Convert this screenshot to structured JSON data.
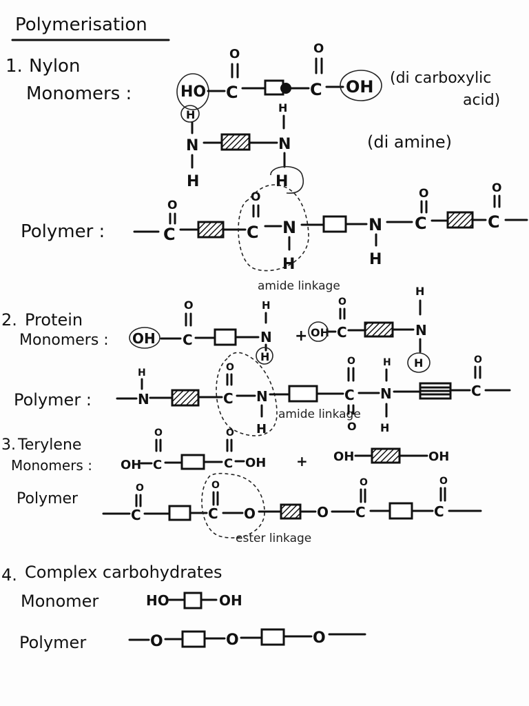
{
  "title": "Polymerisation",
  "sections": [
    {
      "number": "1.",
      "name": "Nylon",
      "monomers_label": "Monomers :",
      "polymer_label": "Polymer :",
      "note_acid": "(di carboxylic",
      "note_acid2": "acid)",
      "note_amine": "(di amine)",
      "linkage": "amide linkage"
    },
    {
      "number": "2.",
      "name": "Protein",
      "monomers_label": "Monomers :",
      "polymer_label": "Polymer :",
      "linkage": "amide linkage"
    },
    {
      "number": "3.",
      "name": "Terylene",
      "monomers_label": "Monomers :",
      "polymer_label": "Polymer",
      "linkage": "ester linkage"
    },
    {
      "number": "4.",
      "name": "Complex carbohydrates",
      "monomers_label": "Monomer",
      "polymer_label": "Polymer"
    }
  ],
  "atoms": {
    "ho": "HO",
    "oh": "OH",
    "c": "C",
    "o": "O",
    "n": "N",
    "h": "H",
    "plus": "+"
  }
}
